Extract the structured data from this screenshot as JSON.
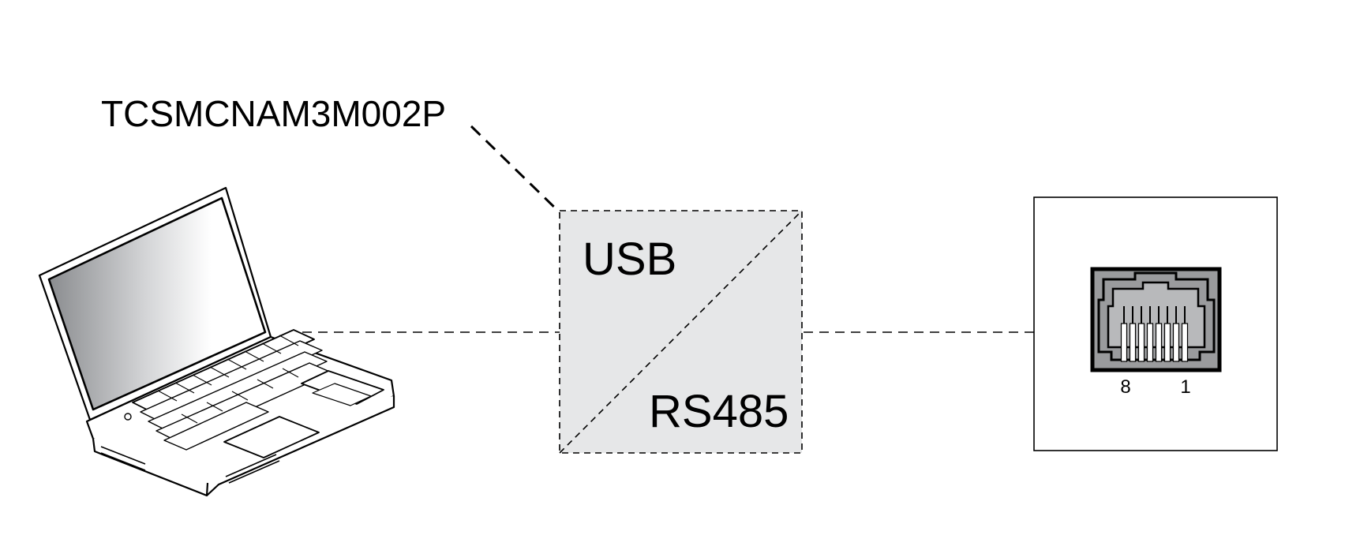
{
  "cable_label": "TCSMCNAM3M002P",
  "converter": {
    "top_label": "USB",
    "bottom_label": "RS485",
    "fill_color": "#e6e7e8"
  },
  "port": {
    "pin_left_label": "8",
    "pin_right_label": "1",
    "pin_count": 8
  },
  "icons": {
    "computer": "laptop-icon",
    "connector": "rj45-port-icon"
  }
}
